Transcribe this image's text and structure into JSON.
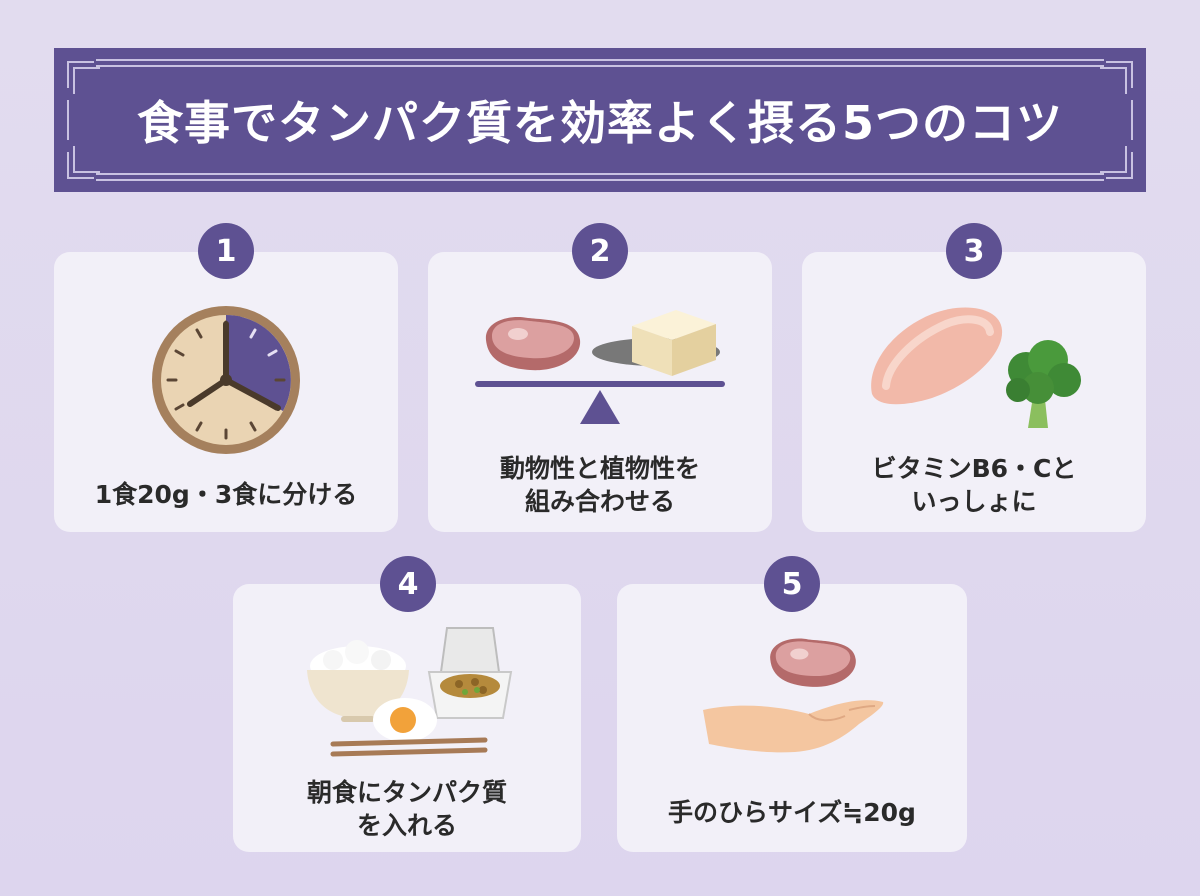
{
  "title": "食事でタンパク質を効率よく摂る5つのコツ",
  "tips": [
    {
      "number": "1",
      "line1": "1食20g・3食に分ける",
      "line2": ""
    },
    {
      "number": "2",
      "line1": "動物性と植物性を",
      "line2": "組み合わせる"
    },
    {
      "number": "3",
      "line1": "ビタミンB6・Cと",
      "line2": "いっしょに"
    },
    {
      "number": "4",
      "line1": "朝食にタンパク質",
      "line2": "を入れる"
    },
    {
      "number": "5",
      "line1": "手のひらサイズ≒20g",
      "line2": ""
    }
  ],
  "colors": {
    "accent": "#5e5192",
    "card": "#f2f0f8",
    "background": "#e2dcef"
  },
  "icons": [
    "clock-icon",
    "meat-icon",
    "tofu-icon",
    "balance-scale-icon",
    "chicken-breast-icon",
    "broccoli-icon",
    "rice-bowl-icon",
    "natto-pack-icon",
    "fried-egg-icon",
    "chopsticks-icon",
    "hand-icon"
  ]
}
